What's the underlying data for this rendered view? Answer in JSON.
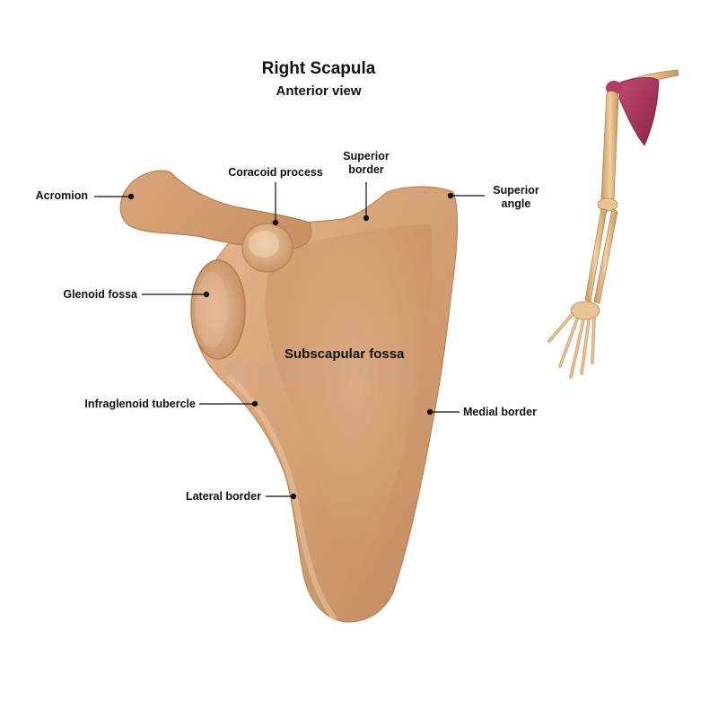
{
  "title": "Right Scapula",
  "subtitle": "Anterior view",
  "labels": {
    "acromion": "Acromion",
    "coracoid_process": "Coracoid process",
    "superior_border_line1": "Superior",
    "superior_border_line2": "border",
    "superior_angle_line1": "Superior",
    "superior_angle_line2": "angle",
    "glenoid_fossa": "Glenoid fossa",
    "subscapular_fossa": "Subscapular fossa",
    "infraglenoid_tubercle": "Infraglenoid tubercle",
    "medial_border": "Medial border",
    "lateral_border": "Lateral border"
  },
  "watermark": "dreamstime",
  "colors": {
    "bone_base": "#d9a87c",
    "bone_dark": "#b9875c",
    "bone_light": "#ecc9a4",
    "highlight_scapula": "#a8325a",
    "leader_line": "#111111"
  }
}
